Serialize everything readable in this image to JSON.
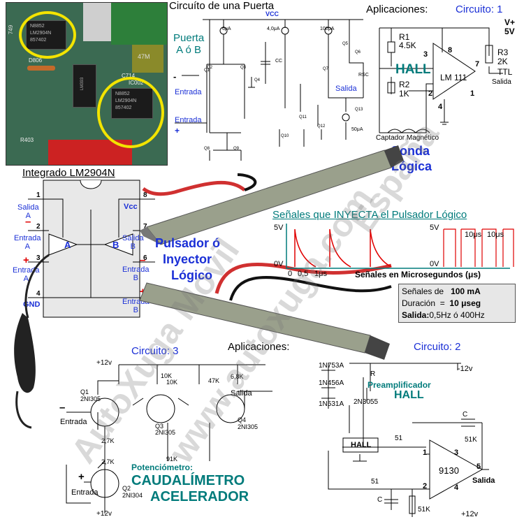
{
  "gate": {
    "title": "Circuíto de una Puerta",
    "vcc": "VCC",
    "door_label": "Puerta\nA ó B",
    "input1": "Entrada",
    "input1_sign": "-",
    "input2": "Entrada",
    "input2_sign": "+",
    "output": "Salida",
    "currents": [
      "6μA",
      "4,0μA",
      "100μA",
      "50μA"
    ],
    "cap": "CC",
    "rsc": "RSC",
    "transistors": [
      "Q1",
      "Q2",
      "Q3",
      "Q4",
      "Q5",
      "Q6",
      "Q7",
      "Q8",
      "Q9",
      "Q10",
      "Q11",
      "Q12",
      "Q13"
    ]
  },
  "app1": {
    "title": "Aplicaciones:",
    "circuit": "Circuito: 1",
    "vplus": "V+",
    "v5": "5V",
    "r1": "R1",
    "r1v": "4.5K",
    "r2": "R2",
    "r2v": "1K",
    "r3": "R3",
    "r3v": "2K",
    "hall": "HALL",
    "ic": "LM 111",
    "pins": [
      "3",
      "8",
      "7",
      "2",
      "4",
      "1"
    ],
    "ttl": "TTL",
    "salida": "Salida",
    "captador": "Captador Magnético"
  },
  "sonda": {
    "line1": "Sonda",
    "line2": "Lógica"
  },
  "lm2904": {
    "title": "Integrado LM2904N",
    "left_labels": [
      "Salida\nA",
      "Entrada\nA",
      "Entrada\nA",
      "GND"
    ],
    "right_labels": [
      "Vcc",
      "Salida\nB",
      "Entrada\nB",
      "Entrada\nB"
    ],
    "left_pins": [
      "1",
      "2",
      "3",
      "4"
    ],
    "right_pins": [
      "8",
      "7",
      "6",
      "5"
    ],
    "amp_a": "A",
    "amp_b": "B"
  },
  "pulsador": {
    "line1": "Pulsador ó",
    "line2": "Inyector",
    "line3": "Lógico"
  },
  "signals": {
    "title": "Señales que INYECTA el Pulsador Lógico",
    "v5": "5V",
    "v0": "0V",
    "v5b": "5V",
    "v0b": "0V",
    "ticks": [
      "0",
      "0,5",
      "1μs"
    ],
    "pulse_width": "10μs",
    "pulse_gap": "10μs",
    "xlabel": "Señales en Microsegundos (μs)"
  },
  "info": {
    "row1_label": "Señales de",
    "row1_value": "100 mA",
    "row2_label": "Duración",
    "row2_eq": "=",
    "row2_value": "10 μseg",
    "row3_label": "Salida:",
    "row3_value": "0,5Hz ó 400Hz"
  },
  "app2": {
    "title": "Aplicaciones:",
    "circuit": "Circuito: 2",
    "neg12": "-12v",
    "pos12": "+12v",
    "diodes": [
      "1N753A",
      "1N456A",
      "1N531A"
    ],
    "r": "R",
    "transistor": "2N3055",
    "preamp": "Preamplificador",
    "hall_big": "HALL",
    "hall_box": "HALL",
    "r51a": "51",
    "r51b": "51",
    "c": "C",
    "c2": "C",
    "r51k": "51K",
    "r51k2": "51K",
    "ic": "9130",
    "pins": [
      "1",
      "3",
      "5",
      "2",
      "4"
    ],
    "salida": "Salida"
  },
  "app3": {
    "circuit": "Circuito: 3",
    "pos12": "+12v",
    "pos12b": "+12v",
    "r10k": "10K",
    "r10k2": "10K",
    "r47k": "47K",
    "r68k": "6,8K",
    "r27k": "2,7K",
    "r27k2": "2,7K",
    "r91k": "91K",
    "q1": "Q1",
    "q1t": "2NI305",
    "q3": "Q3",
    "q3t": "2NI305",
    "q4": "Q4",
    "q4t": "2NI305",
    "q2": "Q2",
    "q2t": "2NI304",
    "entrada": "Entrada",
    "entrada2": "Entrada",
    "salida": "Salida",
    "potenciometro": "Potenciómetro:",
    "caudal": "CAUDALÍMETRO",
    "acel": "ACELERADOR"
  },
  "pcb": {
    "chip1_line1": "N8852",
    "chip1_line2": "LM2904N",
    "chip1_line3": "857402",
    "chip2_line1": "N8852",
    "chip2_line2": "LM2904N",
    "chip2_line3": "857402",
    "chip3": "LM393",
    "ic002": "IC002",
    "d806": "D806",
    "r403": "R403",
    "pcb749": "749",
    "cap47m": "47M",
    "c714": "C714"
  },
  "watermarks": [
    "AutoXuga Movil",
    "www.autoxuga.com",
    "España"
  ],
  "colors": {
    "teal": "#007b7b",
    "blue": "#1a2fd6",
    "red": "#e00000",
    "yellow": "#f3e400"
  }
}
